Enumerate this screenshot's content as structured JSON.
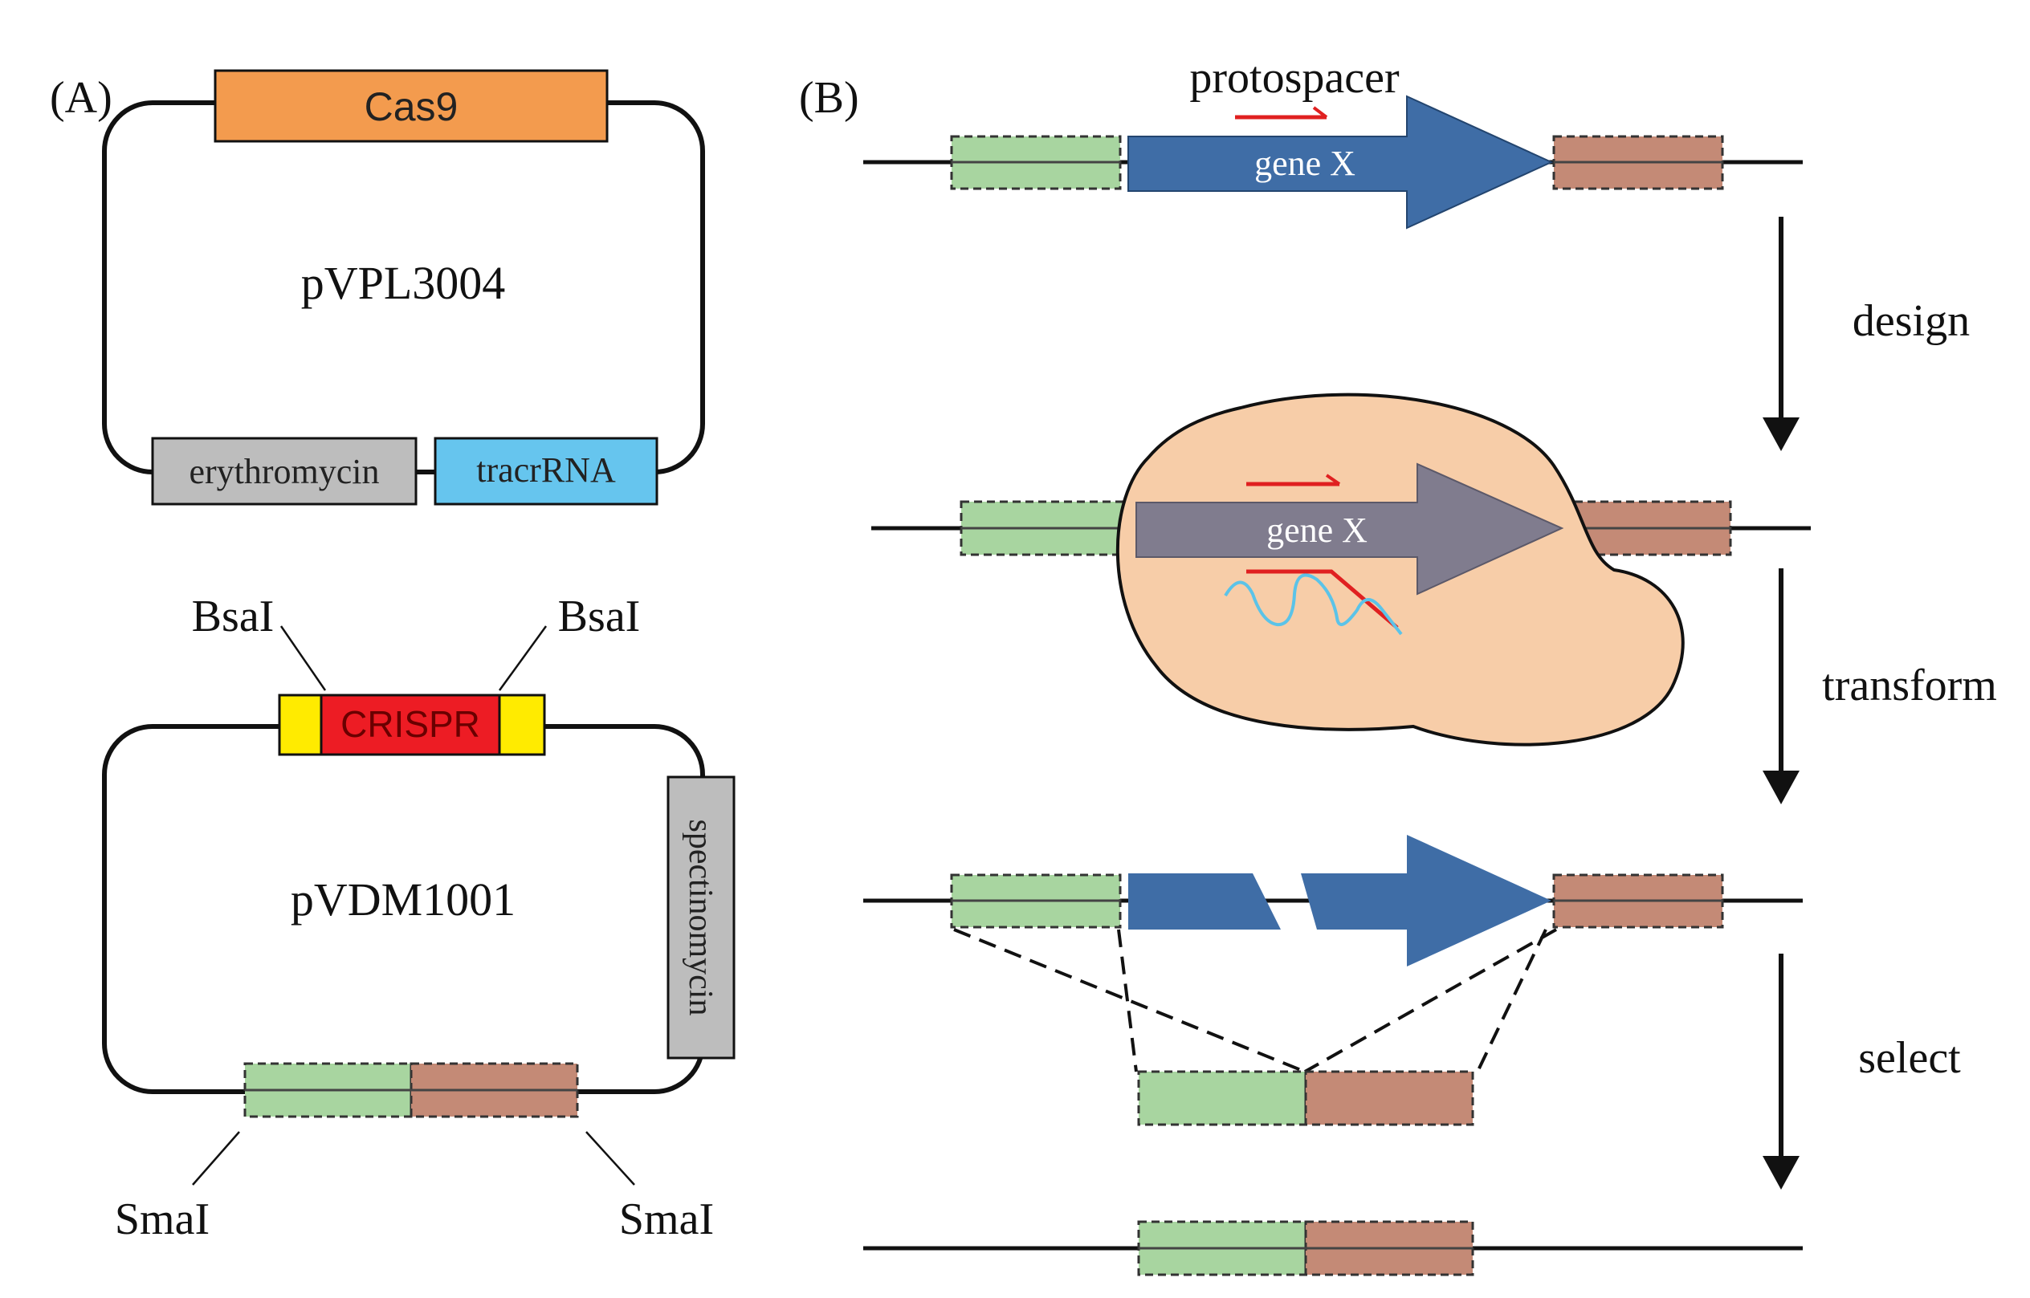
{
  "panel_a": {
    "label": "(A)",
    "plasmid1": {
      "name": "pVPL3004",
      "cas9": "Cas9",
      "erythromycin": "erythromycin",
      "tracrrna": "tracrRNA"
    },
    "plasmid2": {
      "name": "pVDM1001",
      "crispr": "CRISPR",
      "bsai_left": "BsaI",
      "bsai_right": "BsaI",
      "spectinomycin": "spectinomycin",
      "smai_left": "SmaI",
      "smai_right": "SmaI"
    }
  },
  "panel_b": {
    "label": "(B)",
    "protospacer": "protospacer",
    "gene_label_1": "gene X",
    "gene_label_2": "gene X",
    "steps": {
      "design": "design",
      "transform": "transform",
      "select": "select"
    }
  },
  "colors": {
    "cas9": "#F39B4E",
    "erythromycin": "#BDBDBD",
    "tracrrna": "#66C5EE",
    "crispr": "#ED1C24",
    "bsai_flank": "#FFEB00",
    "spectinomycin": "#BDBDBD",
    "homology_left": "#A8D5A0",
    "homology_right": "#C48A76",
    "gene": "#3F6DA6",
    "gene_faded": "#807C8E",
    "cell": "#F7CDA8",
    "protospacer": "#E02020",
    "rna": "#5BC3E8"
  }
}
